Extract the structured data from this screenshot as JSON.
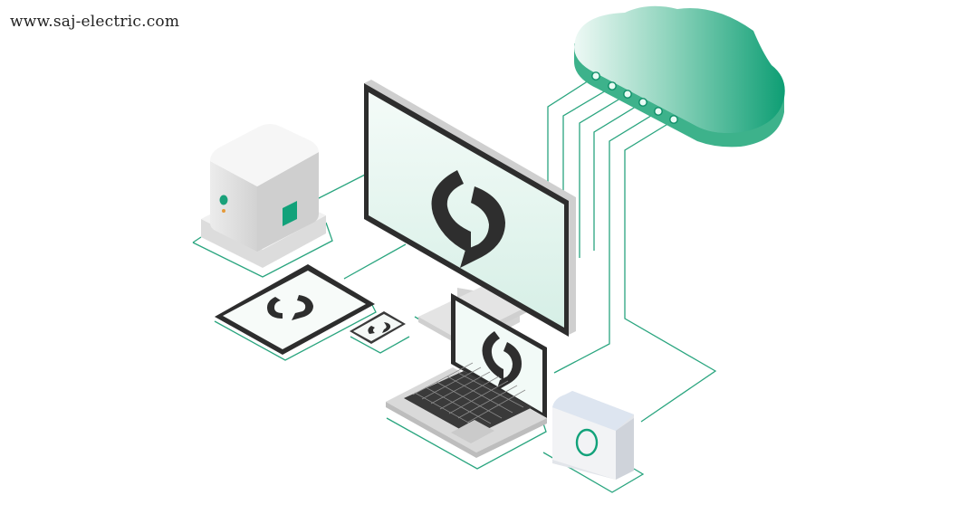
{
  "watermark": {
    "text": "www.saj-electric.com"
  },
  "colors": {
    "accent": "#12a27a",
    "line": "#2aa57f",
    "cloud_light": "#eaf7f2",
    "cloud_dark": "#0e9e74",
    "screen": "#eaf5f1",
    "bezel": "#2d2d2d",
    "device_body": "#e6e6e6",
    "logo": "#2e2e2e"
  },
  "diagram": {
    "nodes": [
      {
        "id": "cloud",
        "icon": "cloud-icon"
      },
      {
        "id": "inverter",
        "icon": "inverter-icon"
      },
      {
        "id": "monitor",
        "icon": "monitor-icon"
      },
      {
        "id": "tablet",
        "icon": "tablet-icon"
      },
      {
        "id": "phone",
        "icon": "phone-icon"
      },
      {
        "id": "laptop",
        "icon": "laptop-icon"
      },
      {
        "id": "router",
        "icon": "router-icon"
      }
    ],
    "connection_ports": 6
  }
}
